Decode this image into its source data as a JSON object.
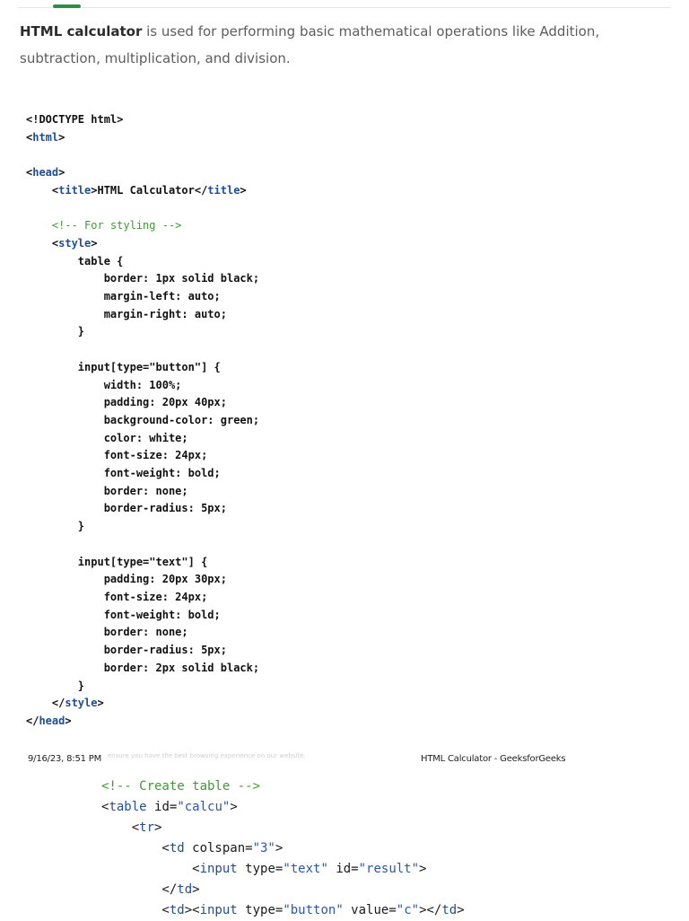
{
  "intro": {
    "lead": "HTML calculator",
    "rest": " is used for performing basic mathematical operations like Addition, subtraction, multiplication, and division."
  },
  "code_block_1": {
    "lines": [
      "<!DOCTYPE html>",
      "<html>",
      "",
      "<head>",
      "    <title>HTML Calculator</title>",
      "",
      "    <!-- For styling -->",
      "    <style>",
      "        table {",
      "            border: 1px solid black;",
      "            margin-left: auto;",
      "            margin-right: auto;",
      "        }",
      "",
      "        input[type=\"button\"] {",
      "            width: 100%;",
      "            padding: 20px 40px;",
      "            background-color: green;",
      "            color: white;",
      "            font-size: 24px;",
      "            font-weight: bold;",
      "            border: none;",
      "            border-radius: 5px;",
      "        }",
      "",
      "        input[type=\"text\"] {",
      "            padding: 20px 30px;",
      "            font-size: 24px;",
      "            font-weight: bold;",
      "            border: none;",
      "            border-radius: 5px;",
      "            border: 2px solid black;",
      "        }",
      "    </style>",
      "</head>"
    ]
  },
  "footer": {
    "date": "9/16/23, 8:51 PM",
    "faint": "ensure you have the best browsing experience on our website.",
    "title": "HTML Calculator - GeeksforGeeks"
  },
  "code_block_2": {
    "lines": [
      "<!-- Create table -->",
      "<table id=\"calcu\">",
      "    <tr>",
      "        <td colspan=\"3\">",
      "            <input type=\"text\" id=\"result\">",
      "        </td>",
      "        <td><input type=\"button\" value=\"c\"></td>"
    ]
  },
  "colors": {
    "tag": "#1f4e93",
    "comment": "#3f9a33",
    "attr_value": "#2b56b3",
    "accent": "#2f8d46"
  }
}
